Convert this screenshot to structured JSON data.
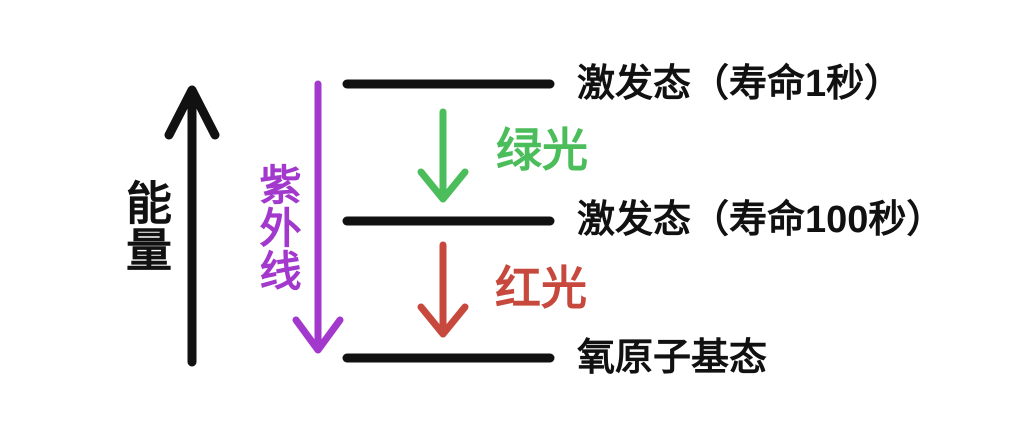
{
  "diagram": {
    "title_implied": "氧原子能级图",
    "background_color": "#ffffff",
    "line_color": "#111111",
    "energy_axis": {
      "label": "能量",
      "color": "#111111",
      "direction": "up"
    },
    "uv_arrow": {
      "label": "紫外线",
      "color": "#a238cc",
      "direction": "down",
      "from_level": "激发态（寿命1秒）",
      "to_level": "氧原子基态"
    },
    "levels": [
      {
        "label": "激发态（寿命1秒）"
      },
      {
        "label": "激发态（寿命100秒）"
      },
      {
        "label": "氧原子基态"
      }
    ],
    "transitions": [
      {
        "label": "绿光",
        "color": "#4bbd5b",
        "direction": "down",
        "from_level": "激发态（寿命1秒）",
        "to_level": "激发态（寿命100秒）"
      },
      {
        "label": "红光",
        "color": "#c7493d",
        "direction": "down",
        "from_level": "激发态（寿命100秒）",
        "to_level": "氧原子基态"
      }
    ]
  }
}
